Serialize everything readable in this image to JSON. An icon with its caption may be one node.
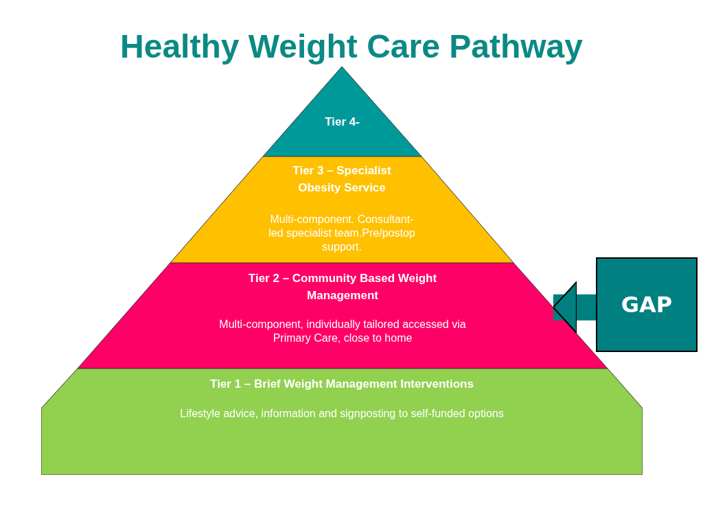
{
  "diagram": {
    "title": "Healthy Weight Care Pathway",
    "nodes": [
      {
        "text": [
          "Tier 4-"
        ]
      },
      {
        "text": [
          "Tier 3 – Specialist Obesity Service",
          "Multi-component. Consultant-led specialist team.Pre/postop support."
        ]
      },
      {
        "text": [
          "Tier 2 – Community Based Weight Management",
          "Multi-component, individually tailored accessed via Primary Care, close to home"
        ]
      },
      {
        "text": [
          "Tier 1 – Brief Weight Management Interventions",
          "Lifestyle advice, information and signposting to self-funded options"
        ]
      },
      {
        "text": [
          "GAP"
        ]
      }
    ],
    "edges": [
      {
        "from": 4,
        "to": 2,
        "arrow": "to"
      }
    ]
  }
}
